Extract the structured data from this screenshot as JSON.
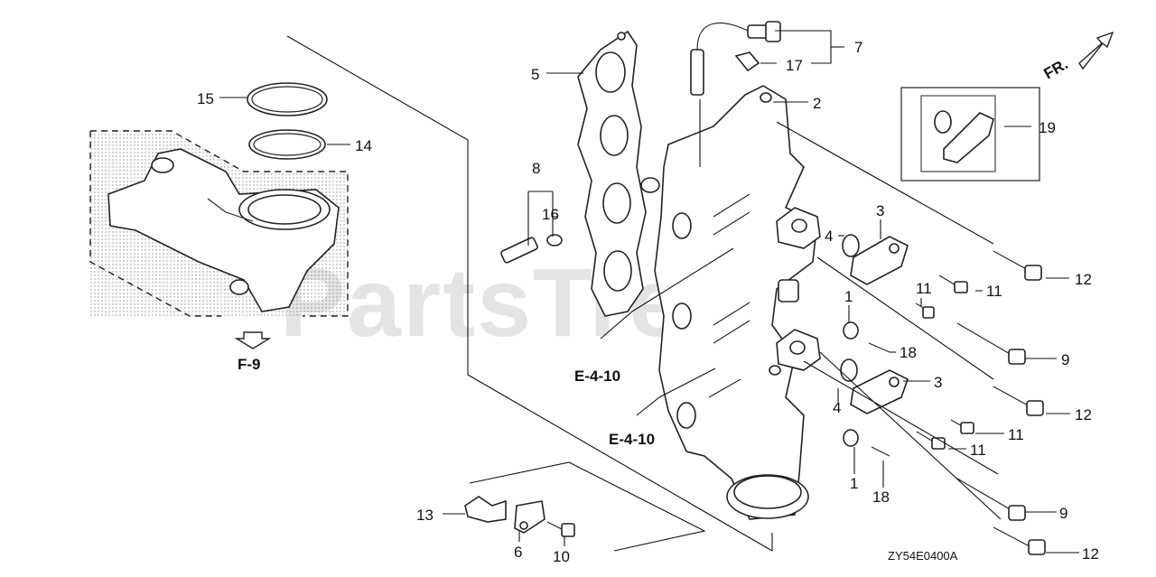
{
  "watermark": "PartsTree",
  "direction_label": "FR.",
  "drawing_code": "ZY54E0400A",
  "refs": {
    "f9": "F-9",
    "e410_upper": "E-4-10",
    "e410_lower": "E-4-10"
  },
  "callouts": [
    "15",
    "14",
    "5",
    "8",
    "16",
    "7",
    "17",
    "2",
    "19",
    "3",
    "4",
    "11",
    "11",
    "12",
    "1",
    "18",
    "9",
    "3",
    "12",
    "4",
    "11",
    "11",
    "1",
    "18",
    "9",
    "13",
    "6",
    "10",
    "12"
  ]
}
